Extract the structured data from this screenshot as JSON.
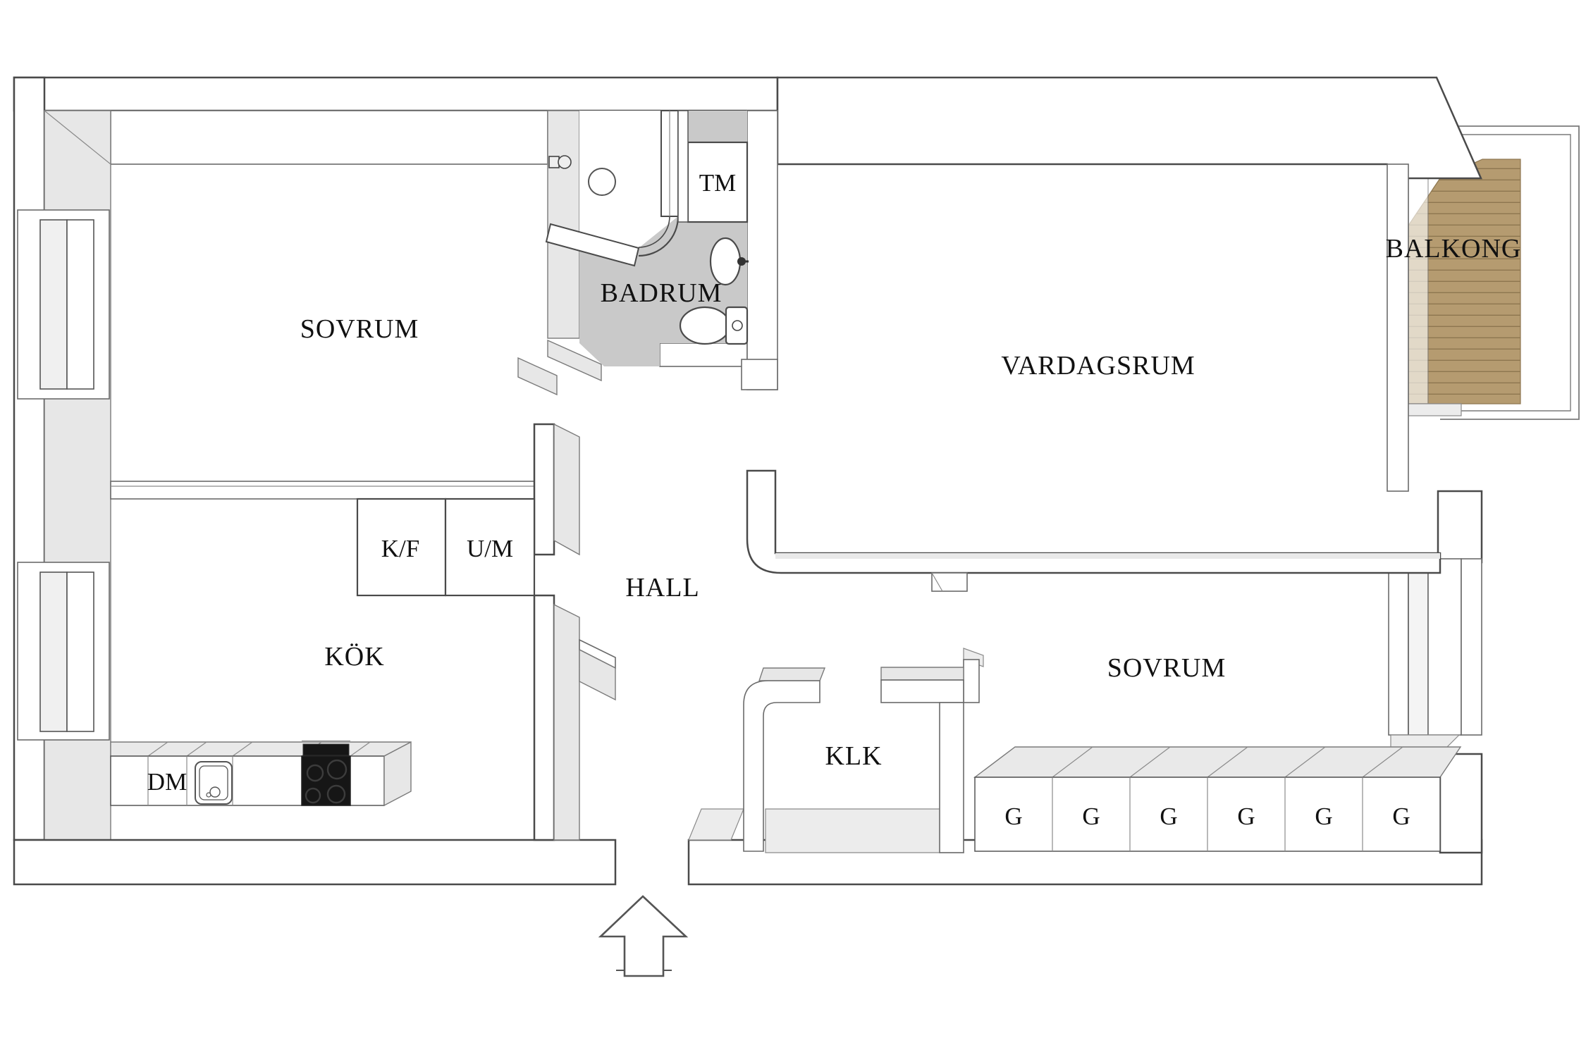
{
  "rooms": {
    "bedroom_1": {
      "label": "SOVRUM"
    },
    "bathroom": {
      "label": "BADRUM"
    },
    "living_room": {
      "label": "VARDAGSRUM"
    },
    "balcony": {
      "label": "BALKONG"
    },
    "kitchen": {
      "label": "KÖK"
    },
    "hall": {
      "label": "HALL"
    },
    "closet": {
      "label": "KLK"
    },
    "bedroom_2": {
      "label": "SOVRUM"
    }
  },
  "fixtures": {
    "washing_machine": {
      "label": "TM"
    },
    "fridge_freezer": {
      "label": "K/F"
    },
    "oven_microwave": {
      "label": "U/M"
    },
    "dishwasher": {
      "label": "DM"
    },
    "wardrobes": [
      {
        "label": "G"
      },
      {
        "label": "G"
      },
      {
        "label": "G"
      },
      {
        "label": "G"
      },
      {
        "label": "G"
      },
      {
        "label": "G"
      }
    ]
  },
  "icons": {
    "entrance_arrow": "arrow-up",
    "shower": "corner-shower",
    "toilet": "toilet",
    "sink": "sink",
    "stove": "cooktop-4-burners"
  },
  "colors": {
    "wall_face": "#e7e7e7",
    "bathroom_floor": "#c9c9c9",
    "closet_floor": "#ececec",
    "balcony_wood": "#b59b70",
    "balcony_wood_line": "#8d764f",
    "outline": "#4a4a4a",
    "stove_black": "#161616"
  }
}
